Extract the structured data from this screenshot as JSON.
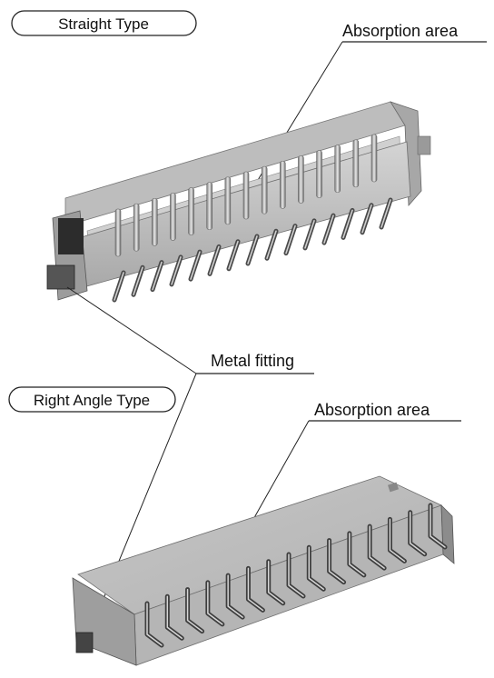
{
  "straight": {
    "badge": "Straight Type",
    "absorption_label": "Absorption area",
    "pin_count": 15
  },
  "right_angle": {
    "badge": "Right Angle Type",
    "absorption_label": "Absorption area",
    "pin_count": 15
  },
  "shared": {
    "metal_label": "Metal fitting"
  }
}
